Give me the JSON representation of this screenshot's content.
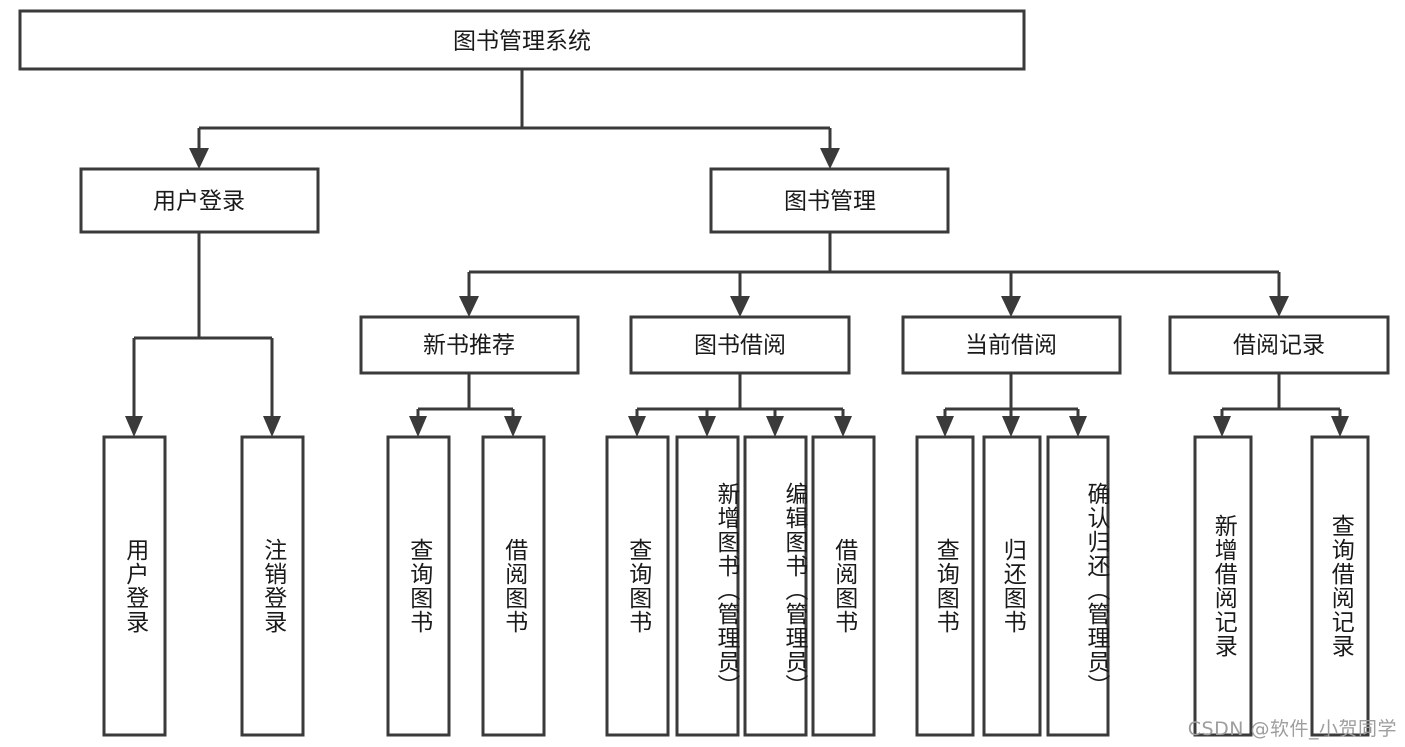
{
  "diagram": {
    "title": "图书管理系统",
    "watermark": "CSDN @软件_小贺同学",
    "colors": {
      "stroke": "#3a3a3a",
      "text": "#1a1a1a",
      "background": "#ffffff",
      "watermark": "#9e9e9e"
    },
    "levels": {
      "root": {
        "label": "图书管理系统"
      },
      "level2": [
        {
          "label": "用户登录"
        },
        {
          "label": "图书管理"
        }
      ],
      "level3": [
        {
          "label": "新书推荐"
        },
        {
          "label": "图书借阅"
        },
        {
          "label": "当前借阅"
        },
        {
          "label": "借阅记录"
        }
      ],
      "leaves": {
        "user_login": [
          {
            "label": "用户登录"
          },
          {
            "label": "注销登录"
          }
        ],
        "new_book_recommend": [
          {
            "label": "查询图书"
          },
          {
            "label": "借阅图书"
          }
        ],
        "book_borrow": [
          {
            "label": "查询图书"
          },
          {
            "label": "新增图书（管理员）"
          },
          {
            "label": "编辑图书（管理员）"
          },
          {
            "label": "借阅图书"
          }
        ],
        "current_borrow": [
          {
            "label": "查询图书"
          },
          {
            "label": "归还图书"
          },
          {
            "label": "确认归还（管理员）"
          }
        ],
        "borrow_record": [
          {
            "label": "新增借阅记录"
          },
          {
            "label": "查询借阅记录"
          }
        ]
      }
    }
  }
}
